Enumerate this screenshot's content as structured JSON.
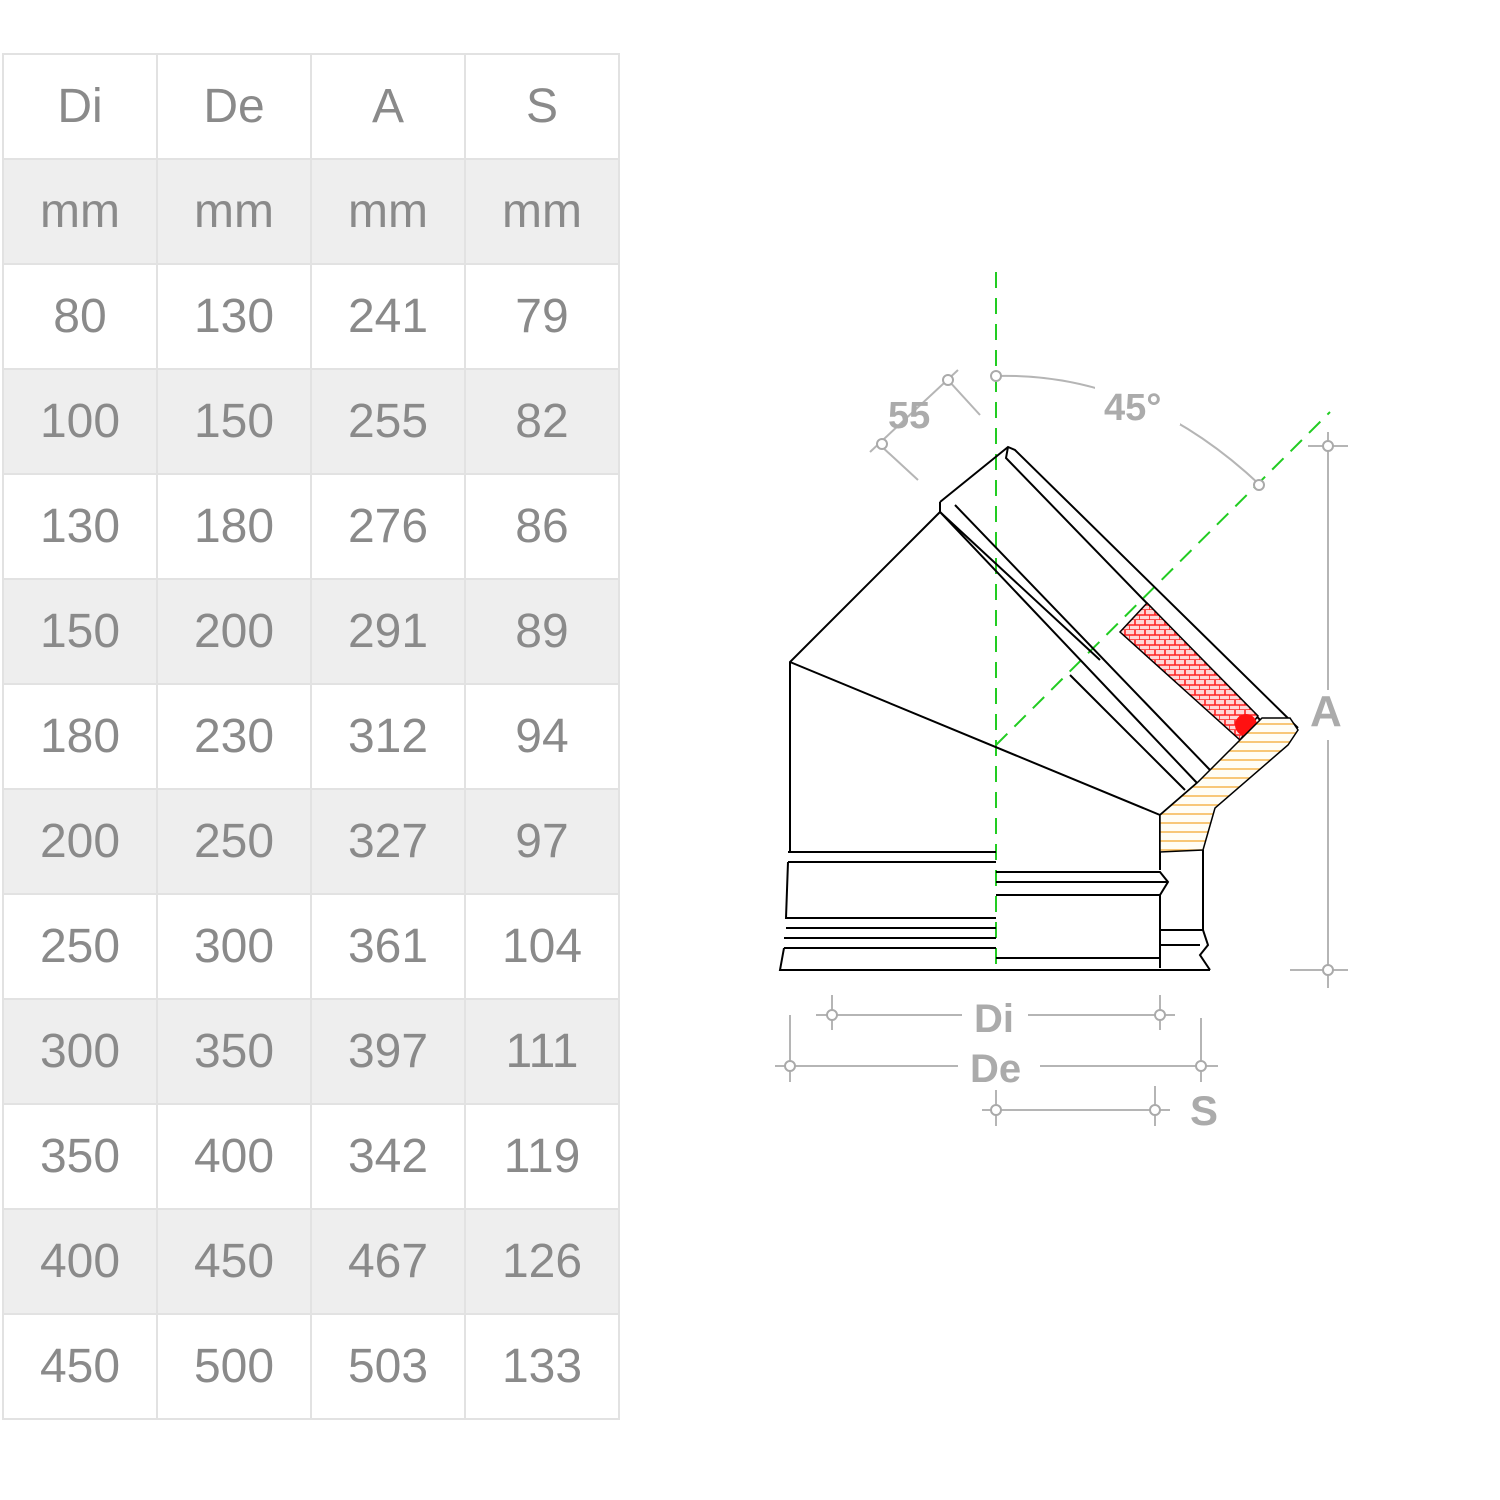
{
  "table": {
    "header": [
      "Di",
      "De",
      "A",
      "S"
    ],
    "units": [
      "mm",
      "mm",
      "mm",
      "mm"
    ],
    "rows": [
      [
        "80",
        "130",
        "241",
        "79"
      ],
      [
        "100",
        "150",
        "255",
        "82"
      ],
      [
        "130",
        "180",
        "276",
        "86"
      ],
      [
        "150",
        "200",
        "291",
        "89"
      ],
      [
        "180",
        "230",
        "312",
        "94"
      ],
      [
        "200",
        "250",
        "327",
        "97"
      ],
      [
        "250",
        "300",
        "361",
        "104"
      ],
      [
        "300",
        "350",
        "397",
        "111"
      ],
      [
        "350",
        "400",
        "342",
        "119"
      ],
      [
        "400",
        "450",
        "467",
        "126"
      ],
      [
        "450",
        "500",
        "503",
        "133"
      ]
    ]
  },
  "drawing": {
    "angle_label": "45°",
    "length_label": "55",
    "label_A": "A",
    "label_Di": "Di",
    "label_De": "De",
    "label_S": "S",
    "colors": {
      "outline": "#000000",
      "centerline": "#22cc22",
      "dimension": "#ababab",
      "insulation_red": "#ff2222",
      "insulation_yellow": "#f5b041"
    }
  }
}
